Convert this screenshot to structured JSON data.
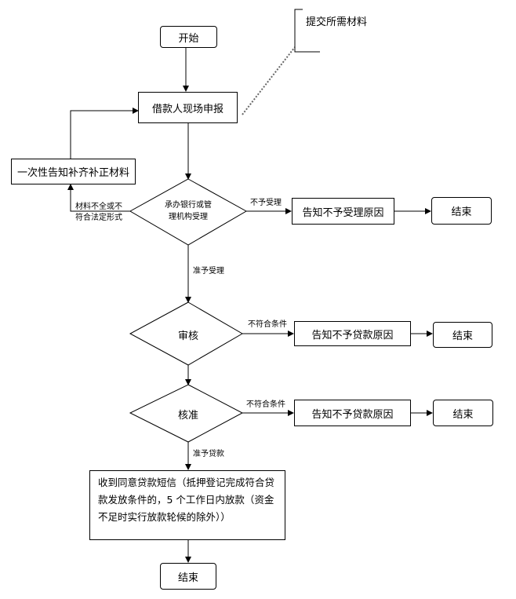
{
  "nodes": {
    "start": "开始",
    "materials_note": "提交所需材料",
    "apply": "借款人现场申报",
    "notify_supplement": "一次性告知补齐补正材料",
    "accept_check_line1": "承办银行或管",
    "accept_check_line2": "理机构受理",
    "reject_accept": "告知不予受理原因",
    "end_1": "结束",
    "review": "审核",
    "reject_loan_review": "告知不予贷款原因",
    "end_2": "结束",
    "approve": "核准",
    "reject_loan_approve": "告知不予贷款原因",
    "end_3": "结束",
    "sms_notice": "收到同意贷款短信（抵押登记完成符合贷款发放条件的，5 个工作日内放款（资金不足时实行放款轮候的除外））",
    "end_final": "结束"
  },
  "edge_labels": {
    "incomplete_line1": "材料不全或不",
    "incomplete_line2": "符合法定形式",
    "not_accepted": "不予受理",
    "accepted": "准予受理",
    "not_qualified_review": "不符合条件",
    "not_qualified_approve": "不符合条件",
    "loan_granted": "准予贷款"
  }
}
